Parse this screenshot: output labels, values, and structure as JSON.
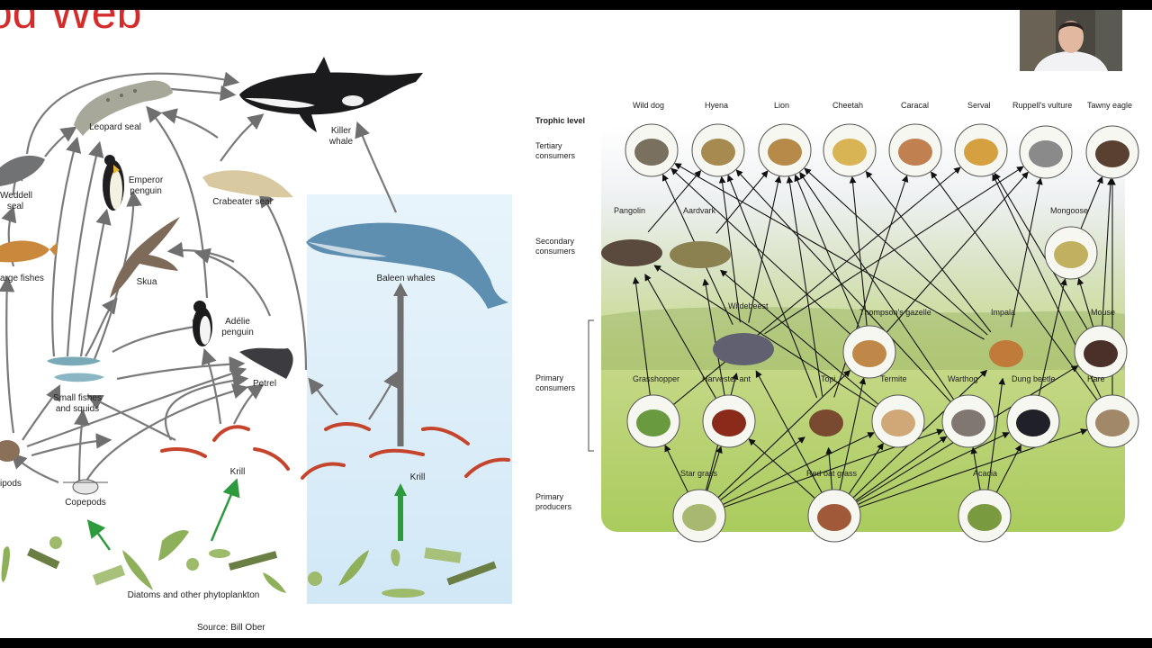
{
  "slide": {
    "title": "od Web",
    "source": "Source: Bill Ober"
  },
  "marine": {
    "labels": {
      "killer_whale": "Killer\nwhale",
      "leopard_seal": "Leopard seal",
      "weddell_seal": "Weddell\nseal",
      "emperor_penguin": "Emperor\npenguin",
      "crabeater_seal": "Crabeater seal",
      "large_fishes": "arge fishes",
      "skua": "Skua",
      "baleen_whales": "Baleen whales",
      "adelie_penguin": "Adélie\npenguin",
      "small_fishes": "Small fishes\nand squids",
      "petrel": "Petrel",
      "amphipods": "ipods",
      "krill_left": "Krill",
      "krill_right": "Krill",
      "copepods": "Copepods",
      "diatoms": "Diatoms and other phytoplankton"
    }
  },
  "savanna": {
    "trophic_heading": "Trophic level",
    "trophic_levels": [
      "Tertiary\nconsumers",
      "Secondary\nconsumers",
      "Primary\nconsumers",
      "Primary\nproducers"
    ],
    "tertiary": [
      "Wild dog",
      "Hyena",
      "Lion",
      "Cheetah",
      "Caracal",
      "Serval",
      "Ruppell's vulture",
      "Tawny eagle"
    ],
    "secondary": [
      "Pangolin",
      "Aardvark",
      "Mongoose"
    ],
    "primary_upper": [
      "Wildebeest",
      "Thompson's gazelle",
      "Impala",
      "Mouse"
    ],
    "primary_lower": [
      "Grasshopper",
      "Harvester ant",
      "Topi",
      "Termite",
      "Warthog",
      "Dung beetle",
      "Hare"
    ],
    "producers": [
      "Star grass",
      "Red oat grass",
      "Acacia"
    ]
  },
  "colors": {
    "title_red": "#d42b2b",
    "ocean_blue": "#d6ebf8",
    "arrow_gray": "#707070",
    "arrow_green": "#2e9a3e",
    "savanna_grass": "#b7cf6e"
  },
  "icons": [
    "seal-icon",
    "whale-icon",
    "penguin-icon",
    "fish-icon",
    "bird-icon",
    "krill-icon",
    "phytoplankton-icon"
  ]
}
